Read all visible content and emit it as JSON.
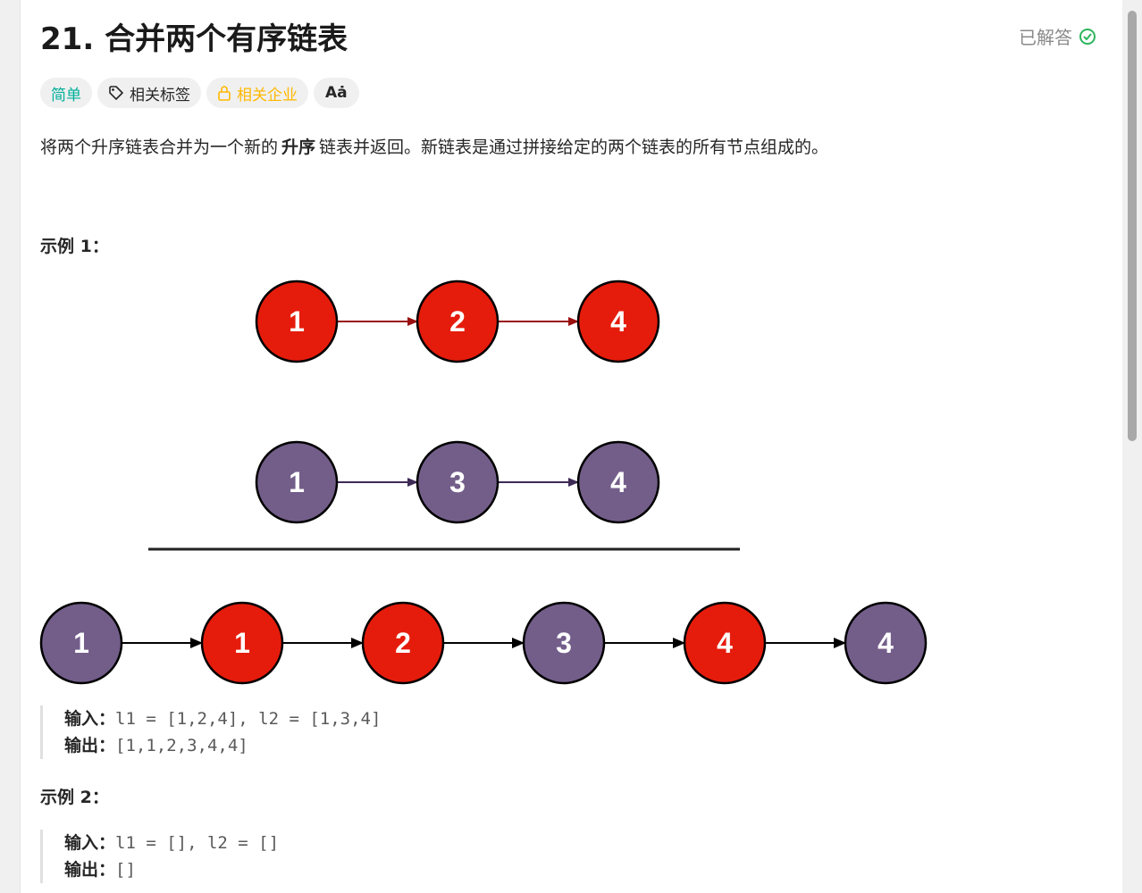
{
  "problem": {
    "title": "21. 合并两个有序链表",
    "status": "已解答"
  },
  "tags": {
    "difficulty": "简单",
    "topics": "相关标签",
    "companies": "相关企业",
    "translate": "Aȧ"
  },
  "description": {
    "before": "将两个升序链表合并为一个新的",
    "bold": "升序",
    "after": "链表并返回。新链表是通过拼接给定的两个链表的所有节点组成的。"
  },
  "example1": {
    "title": "示例 1：",
    "diagram": {
      "list1": [
        "1",
        "2",
        "4"
      ],
      "list2": [
        "1",
        "3",
        "4"
      ],
      "merged": [
        {
          "value": "1",
          "color": "purple"
        },
        {
          "value": "1",
          "color": "red"
        },
        {
          "value": "2",
          "color": "red"
        },
        {
          "value": "3",
          "color": "purple"
        },
        {
          "value": "4",
          "color": "red"
        },
        {
          "value": "4",
          "color": "purple"
        }
      ]
    },
    "input_label": "输入：",
    "input_value": "l1 = [1,2,4], l2 = [1,3,4]",
    "output_label": "输出：",
    "output_value": "[1,1,2,3,4,4]"
  },
  "example2": {
    "title": "示例 2：",
    "input_label": "输入：",
    "input_value": "l1 = [], l2 = []",
    "output_label": "输出：",
    "output_value": "[]"
  },
  "colors": {
    "red_node": "#e51c0c",
    "purple_node": "#735e8a",
    "easy": "#00af9b",
    "company": "#ffb800",
    "solved": "#2db55d"
  }
}
